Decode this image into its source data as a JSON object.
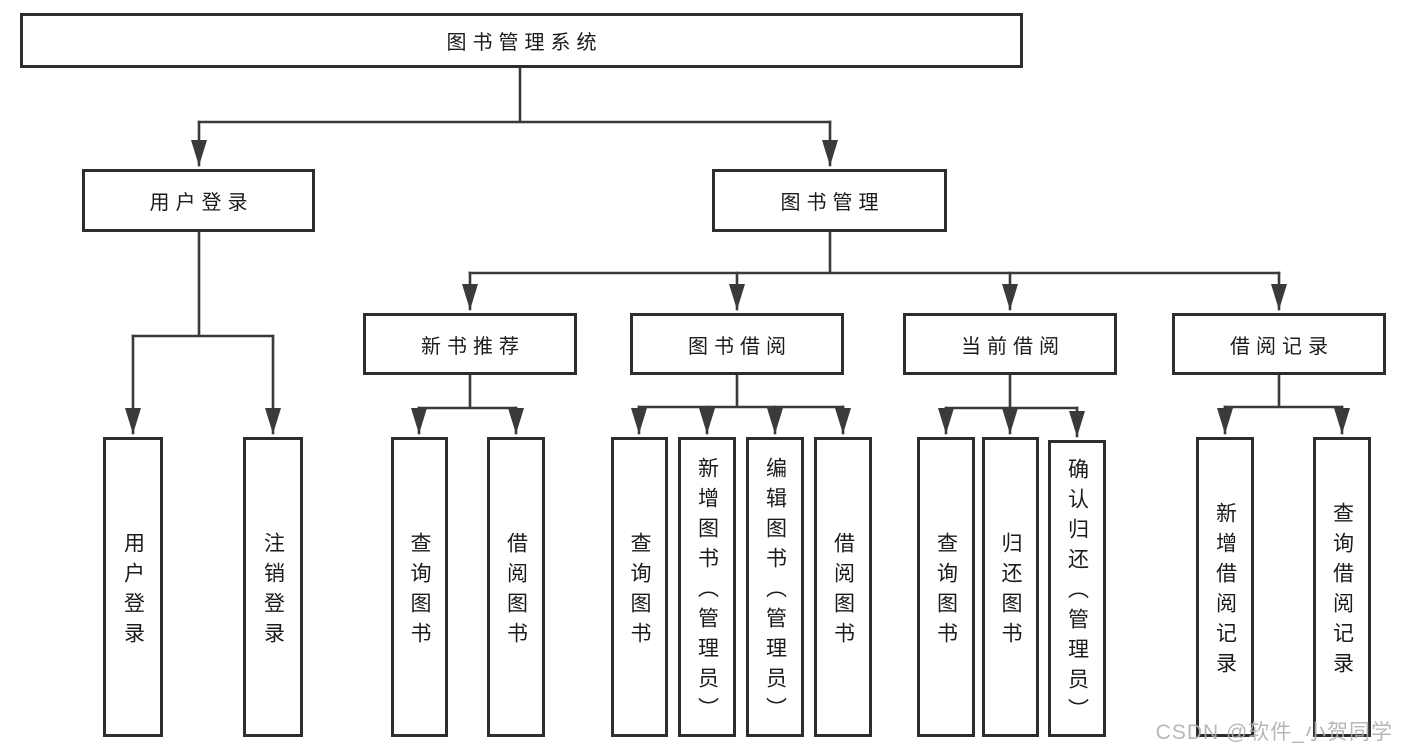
{
  "diagram": {
    "root_label": "图书管理系统",
    "level2": {
      "user_login": {
        "label": "用户登录",
        "children": [
          "用户登录",
          "注销登录"
        ]
      },
      "book_mgmt": {
        "label": "图书管理"
      }
    },
    "level3": {
      "new_book": {
        "label": "新书推荐",
        "children": [
          "查询图书",
          "借阅图书"
        ]
      },
      "book_borrow": {
        "label": "图书借阅",
        "children": [
          "查询图书",
          "新增图书（管理员）",
          "编辑图书（管理员）",
          "借阅图书"
        ]
      },
      "current_borrow": {
        "label": "当前借阅",
        "children": [
          "查询图书",
          "归还图书",
          "确认归还（管理员）"
        ]
      },
      "borrow_records": {
        "label": "借阅记录",
        "children": [
          "新增借阅记录",
          "查询借阅记录"
        ]
      }
    }
  },
  "watermark": "CSDN @软件_小贺同学",
  "colors": {
    "line": "#3a3a3a",
    "box_border": "#2d2d2d",
    "box_fill": "#ffffff",
    "text": "#1b1b1b",
    "watermark": "#b0b0b0",
    "background": "#ffffff"
  }
}
